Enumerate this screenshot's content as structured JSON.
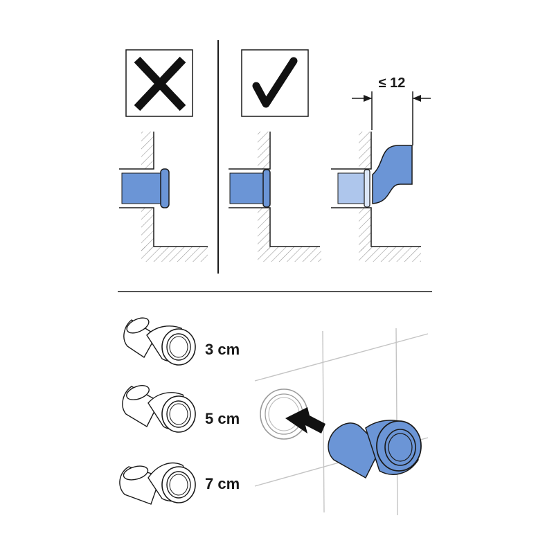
{
  "colors": {
    "pipe_blue": "#6b95d6",
    "pipe_blue_light": "#aec6ec",
    "line": "#1a1a1a",
    "hatch": "#9a9a9a"
  },
  "icons": {
    "wrong": "cross-mark-icon",
    "right": "check-mark-icon",
    "arrow": "insert-arrow-icon"
  },
  "dimension": {
    "label": "≤ 12"
  },
  "offsets": [
    {
      "label": "3 cm"
    },
    {
      "label": "5 cm"
    },
    {
      "label": "7 cm"
    }
  ]
}
